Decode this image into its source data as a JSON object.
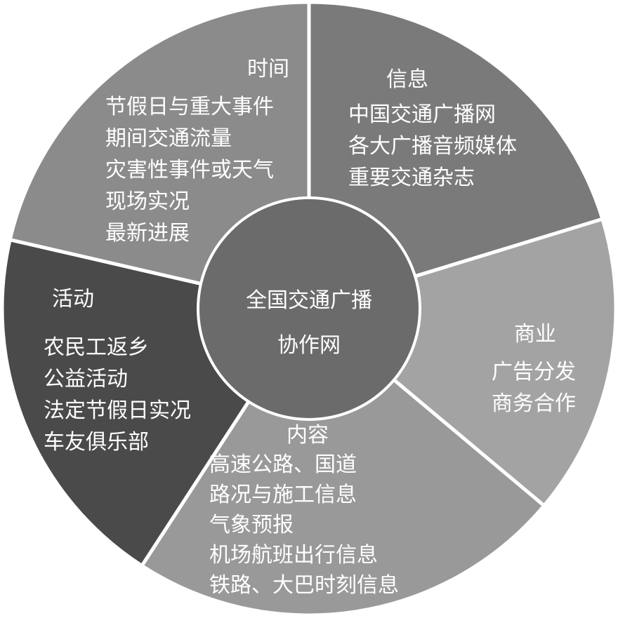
{
  "center": {
    "lines": [
      "全国交通广播",
      "协作网"
    ],
    "color": "#6b6b6b"
  },
  "segments": [
    {
      "key": "time",
      "title": "时间",
      "items": [
        "节假日与重大事件",
        "期间交通流量",
        "灾害性事件或天气",
        "现场实况",
        "最新进展"
      ],
      "color": "#8b8b8b"
    },
    {
      "key": "info",
      "title": "信息",
      "items": [
        "中国交通广播网",
        "各大广播音频媒体",
        "重要交通杂志"
      ],
      "color": "#7a7a7a"
    },
    {
      "key": "business",
      "title": "商业",
      "items": [
        "广告分发",
        "商务合作"
      ],
      "color": "#a3a3a3"
    },
    {
      "key": "content",
      "title": "内容",
      "items": [
        "高速公路、国道",
        "路况与施工信息",
        "气象预报",
        "机场航班出行信息",
        "铁路、大巴时刻信息"
      ],
      "color": "#999999"
    },
    {
      "key": "activity",
      "title": "活动",
      "items": [
        "农民工返乡",
        "公益活动",
        "法定节假日实况",
        "车友俱乐部"
      ],
      "color": "#4a4a4a"
    }
  ]
}
